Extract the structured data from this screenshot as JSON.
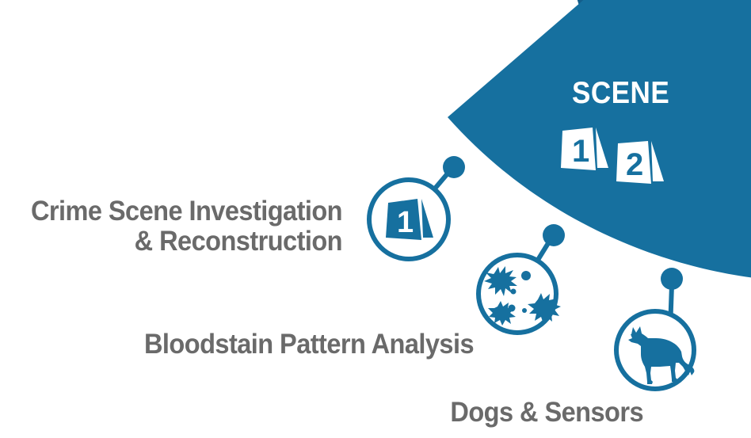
{
  "graphic": {
    "title_overlay": "SCENE",
    "type": "forensic-science-infographic",
    "background_color": "#ffffff",
    "colors": {
      "primary_blue": "#16709f",
      "dark_blue": "#145e8b",
      "light_blue": "#9ed0e0",
      "text_grey": "#6a6a6a",
      "white": "#ffffff"
    }
  },
  "scene_markers": [
    {
      "name": "scene-marker-1",
      "number": "1"
    },
    {
      "name": "scene-marker-2",
      "number": "2"
    }
  ],
  "nodes": [
    {
      "id": "crime-scene-investigation",
      "label": "Crime Scene Investigation\n& Reconstruction",
      "icon": "evidence-marker-icon",
      "icon_number": "1"
    },
    {
      "id": "bloodstain-pattern-analysis",
      "label": "Bloodstain Pattern Analysis",
      "icon": "blood-splatter-icon"
    },
    {
      "id": "dogs-and-sensors",
      "label": "Dogs & Sensors",
      "icon": "police-dog-icon"
    }
  ]
}
